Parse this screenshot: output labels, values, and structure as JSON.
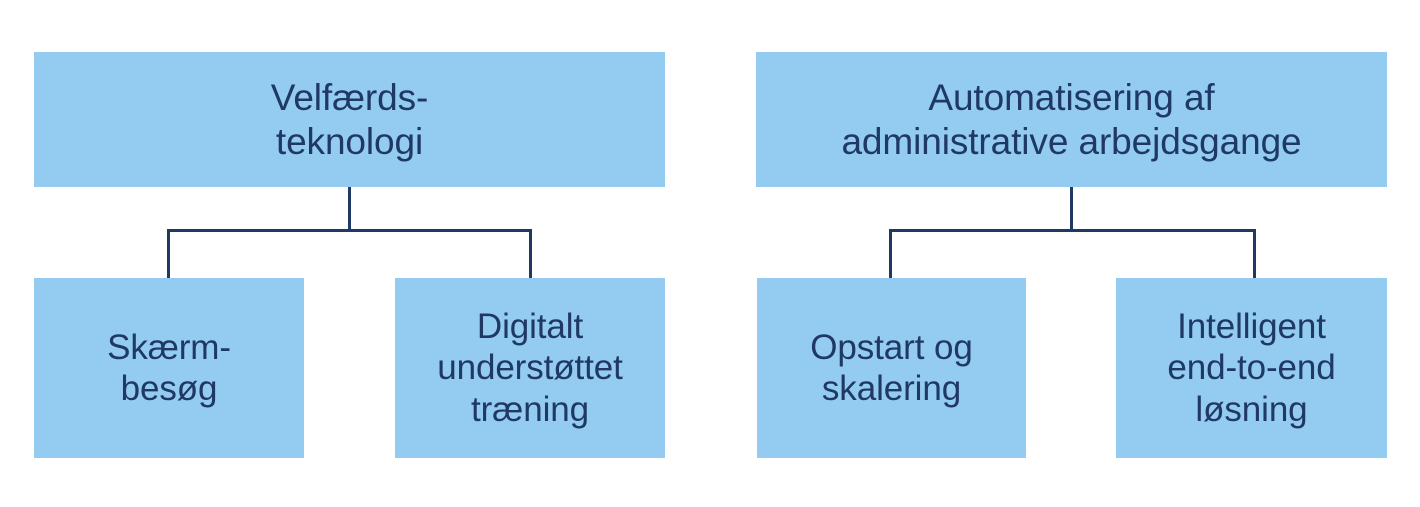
{
  "diagram": {
    "type": "org-tree",
    "background_color": "#ffffff",
    "node_fill_color": "#93ccf0",
    "text_color": "#1f3864",
    "connector_color": "#1f3864",
    "groups": [
      {
        "id": "left",
        "root": {
          "label": "Velfærds-\nteknologi"
        },
        "children": [
          {
            "label": "Skærm-\nbesøg"
          },
          {
            "label": "Digitalt\nunderstøttet\ntræning"
          }
        ]
      },
      {
        "id": "right",
        "root": {
          "label": "Automatisering af\nadministrative arbejdsgange"
        },
        "children": [
          {
            "label": "Opstart og\nskalering"
          },
          {
            "label": "Intelligent\nend-to-end\nløsning"
          }
        ]
      }
    ]
  }
}
